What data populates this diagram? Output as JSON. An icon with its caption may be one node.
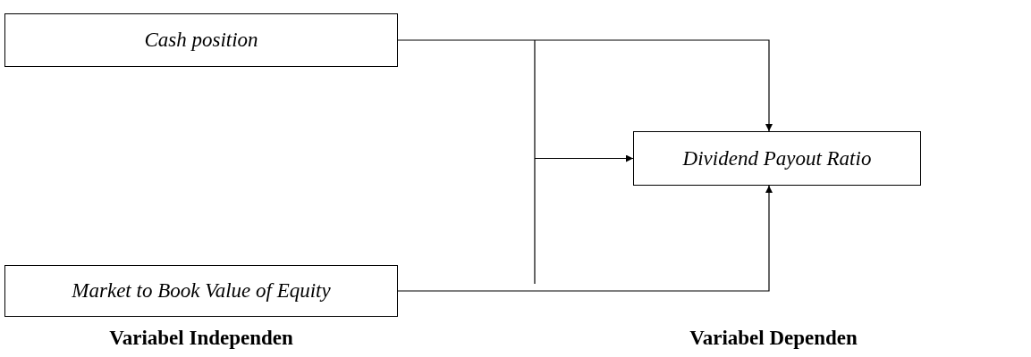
{
  "diagram": {
    "nodes": [
      {
        "text": [
          "Cash position"
        ]
      },
      {
        "text": [
          "Dividend Payout Ratio"
        ]
      },
      {
        "text": [
          "Market to Book Value of Equity"
        ]
      }
    ],
    "edges": [
      {
        "from": 0,
        "to": 1,
        "arrow": "to"
      },
      {
        "from": 2,
        "to": 1,
        "arrow": "to"
      },
      {
        "from": null,
        "to": 1,
        "arrow": "to"
      }
    ],
    "labels": [
      "Variabel Independen",
      "Variabel Dependen"
    ]
  }
}
